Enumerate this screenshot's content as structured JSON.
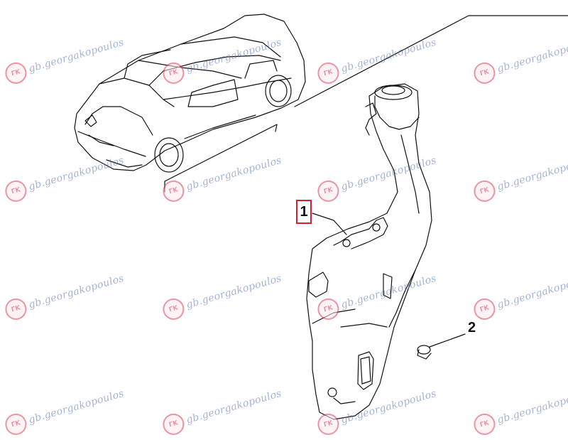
{
  "watermark": {
    "text": "gb.georgakopoulos",
    "logo_glyph": "ΓΚ",
    "color": "#5a74b8",
    "logo_color": "#d8405a"
  },
  "callouts": [
    {
      "label": "1",
      "highlight": "#d81f2f"
    },
    {
      "label": "2"
    }
  ]
}
